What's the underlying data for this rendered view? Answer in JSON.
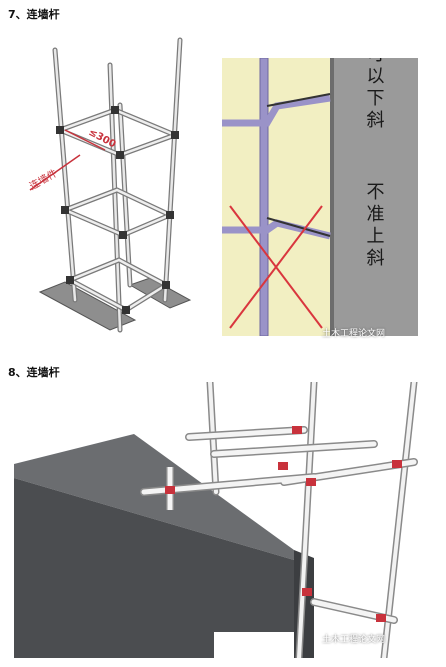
{
  "sections": [
    {
      "heading": "7、连墙杆"
    },
    {
      "heading": "8、连墙杆"
    }
  ],
  "figure1": {
    "dimension_label": "≤300",
    "tie_label": "连墙件"
  },
  "figure2": {
    "ok_label": "可以下斜",
    "no_label": "不准上斜"
  },
  "watermark": "土木工程论文网",
  "colors": {
    "tie_red": "#c8323c",
    "wall_yellow": "#f2efc2",
    "wall_grey": "#9a9a9a",
    "pipe_purple": "#9a93c8"
  }
}
